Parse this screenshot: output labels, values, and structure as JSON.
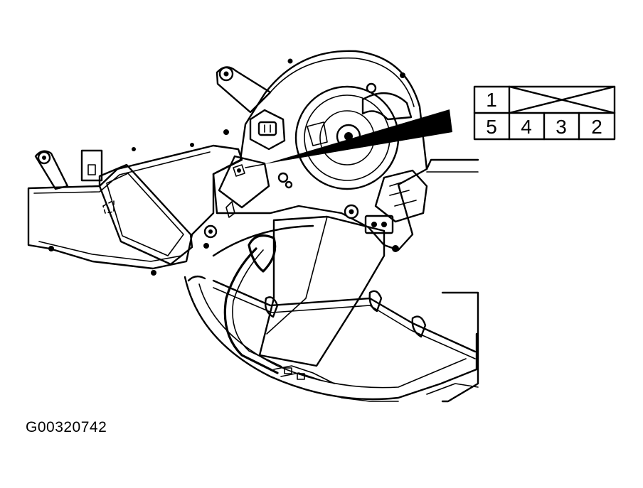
{
  "connector": {
    "top_row": [
      "1"
    ],
    "bottom_row": [
      "5",
      "4",
      "3",
      "2"
    ]
  },
  "figure_id": "G00320742"
}
